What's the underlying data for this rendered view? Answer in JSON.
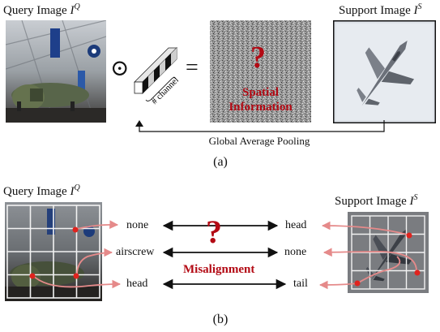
{
  "panel_a": {
    "query_label": "Query Image",
    "query_symbol": "I",
    "query_sup": "Q",
    "support_label": "Support Image",
    "support_symbol": "I",
    "support_sup": "S",
    "operator": "⊙",
    "equals": "=",
    "channel_label": "# channel",
    "question_mark": "?",
    "spatial_line1": "Spatial",
    "spatial_line2": "Information",
    "pooling_label": "Global Average Pooling",
    "caption": "(a)"
  },
  "panel_b": {
    "query_label": "Query Image",
    "query_symbol": "I",
    "query_sup": "Q",
    "support_label": "Support Image",
    "support_symbol": "I",
    "support_sup": "S",
    "left_words": [
      "none",
      "airscrew",
      "head"
    ],
    "right_words": [
      "head",
      "none",
      "tail"
    ],
    "question_mark": "?",
    "misalignment": "Misalignment",
    "caption": "(b)"
  },
  "colors": {
    "accent_red": "#b30a14",
    "link_pink": "#e58a8a",
    "dot_red": "#e0231e"
  }
}
